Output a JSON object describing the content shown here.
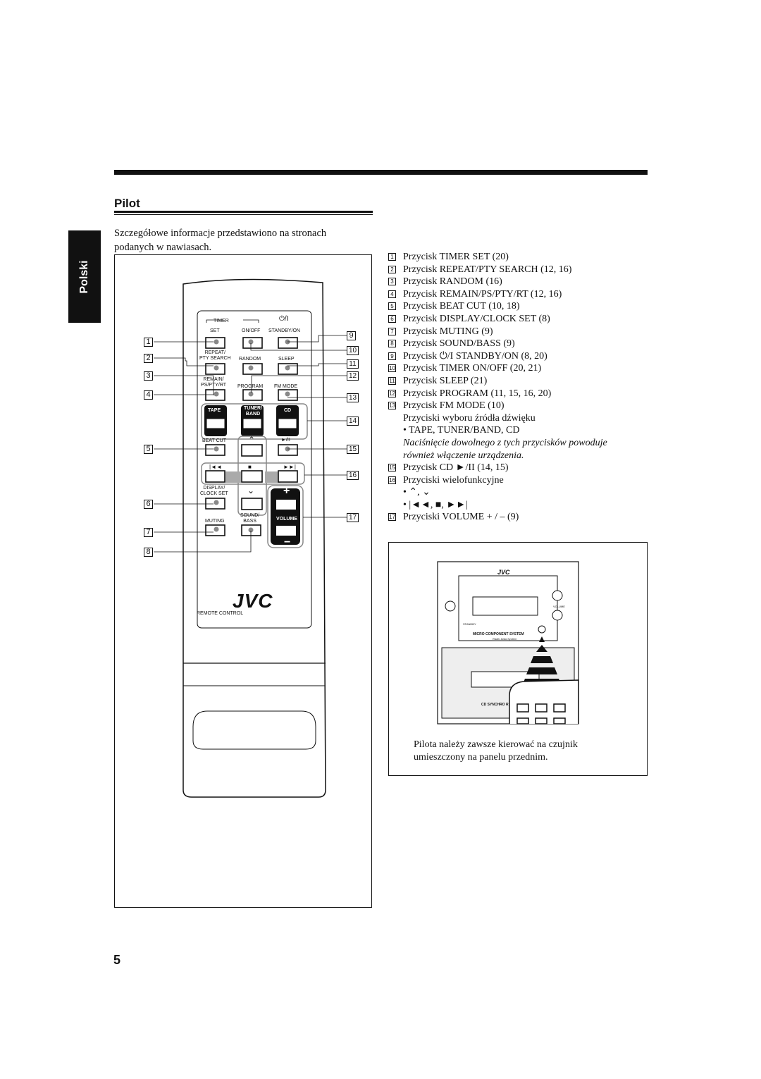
{
  "section": {
    "title": "Pilot",
    "language_tab": "Polski"
  },
  "intro": "Szczegółowe informacje przedstawiono na stronach podanych w nawiasach.",
  "remote": {
    "labels": {
      "timer": "TIMER",
      "set": "SET",
      "on_off": "ON/OFF",
      "standby_symbol": "⏻/I",
      "standby_on": "STANDBY/ON",
      "repeat_pty": "REPEAT/\nPTY SEARCH",
      "random": "RANDOM",
      "sleep": "SLEEP",
      "remain": "REMAIN/\nPS/PTY/RT",
      "program": "PROGRAM",
      "fm_mode": "FM MODE",
      "tape": "TAPE",
      "tuner_band": "TUNER/\nBAND",
      "cd": "CD",
      "beat_cut": "BEAT CUT",
      "cd_play": "CD\n►/II",
      "up": "⌃",
      "prev": "|◄◄",
      "stop": "■",
      "next": "►►|",
      "display_clock": "DISPLAY/\nCLOCK SET",
      "down": "⌄",
      "muting": "MUTING",
      "sound_bass": "SOUND/\nBASS",
      "volume": "VOLUME",
      "plus": "+",
      "minus": "−",
      "brand": "JVC",
      "remote_control": "REMOTE CONTROL"
    },
    "callouts_left": [
      "1",
      "2",
      "3",
      "4",
      "5",
      "6",
      "7",
      "8"
    ],
    "callouts_right": [
      "9",
      "10",
      "11",
      "12",
      "13",
      "14",
      "15",
      "16",
      "17"
    ]
  },
  "list": [
    {
      "num": "1",
      "text": "Przycisk TIMER SET (20)"
    },
    {
      "num": "2",
      "text": "Przycisk REPEAT/PTY SEARCH (12, 16)"
    },
    {
      "num": "3",
      "text": "Przycisk RANDOM (16)"
    },
    {
      "num": "4",
      "text": "Przycisk REMAIN/PS/PTY/RT (12, 16)"
    },
    {
      "num": "5",
      "text": "Przycisk BEAT CUT (10, 18)"
    },
    {
      "num": "6",
      "text": "Przycisk DISPLAY/CLOCK SET (8)"
    },
    {
      "num": "7",
      "text": "Przycisk MUTING (9)"
    },
    {
      "num": "8",
      "text": "Przycisk SOUND/BASS (9)"
    },
    {
      "num": "9",
      "text": "Przycisk ⏻/I STANDBY/ON (8, 20)"
    },
    {
      "num": "10",
      "text": "Przycisk TIMER ON/OFF (20, 21)"
    },
    {
      "num": "11",
      "text": "Przycisk SLEEP (21)"
    },
    {
      "num": "12",
      "text": "Przycisk PROGRAM (11, 15, 16, 20)"
    },
    {
      "num": "13",
      "text": "Przycisk FM MODE (10)"
    },
    {
      "num": "",
      "text": "Przyciski wyboru źródła dźwięku"
    },
    {
      "num": "",
      "text": "• TAPE, TUNER/BAND, CD"
    },
    {
      "num": "",
      "text": "Naciśnięcie dowolnego z tych przycisków powoduje",
      "italic": true
    },
    {
      "num": "",
      "text": "również włączenie urządzenia.",
      "italic": true
    },
    {
      "num": "15",
      "text": "Przycisk CD ►/II (14, 15)"
    },
    {
      "num": "16",
      "text": "Przyciski wielofunkcyjne"
    },
    {
      "num": "",
      "text": "• ⌃, ⌄"
    },
    {
      "num": "",
      "text": "• |◄◄, ■, ►►|"
    },
    {
      "num": "17",
      "text": "Przyciski VOLUME + / – (9)"
    }
  ],
  "device": {
    "brand": "JVC",
    "standby_label": "STANDBY",
    "volume_label": "VOLUME",
    "system_name": "MICRO COMPONENT SYSTEM",
    "rds": "Radio Data System",
    "cd_synchro": "CD SYNCHRO R",
    "caption": "Pilota należy zawsze kierować na czujnik umieszczony na panelu przednim."
  },
  "page_number": "5"
}
